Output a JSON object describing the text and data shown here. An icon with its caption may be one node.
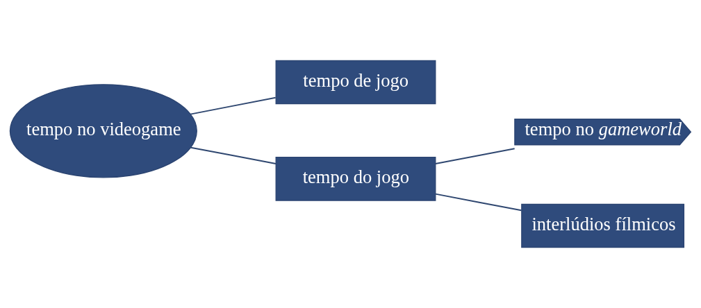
{
  "diagram": {
    "nodes": [
      {
        "text": [
          "tempo no videogame"
        ]
      },
      {
        "text": [
          "tempo de jogo"
        ]
      },
      {
        "text": [
          "tempo do jogo"
        ]
      },
      {
        "text": [
          "tempo no *gameworld*"
        ]
      },
      {
        "text": [
          "interlúdios fílmicos"
        ]
      }
    ],
    "edges": [
      {
        "from": 0,
        "to": 1,
        "arrow": "none"
      },
      {
        "from": 0,
        "to": 2,
        "arrow": "none"
      },
      {
        "from": 2,
        "to": 3,
        "arrow": "none"
      },
      {
        "from": 2,
        "to": 4,
        "arrow": "none"
      }
    ]
  }
}
